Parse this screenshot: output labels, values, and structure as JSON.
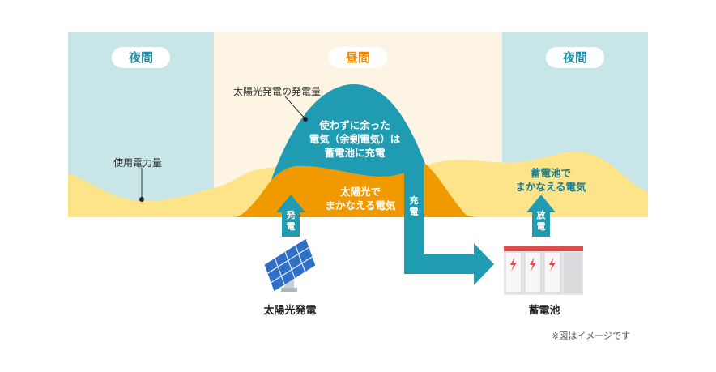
{
  "periods": {
    "night_left": "夜間",
    "day": "昼間",
    "night_right": "夜間"
  },
  "labels": {
    "solar_amount": "太陽光発電の発電量",
    "power_usage": "使用電力量",
    "surplus_lines": [
      "使わずに余った",
      "電気（余剰電気）は",
      "蓄電池に充電"
    ],
    "solar_cover_lines": [
      "太陽光で",
      "まかなえる電気"
    ],
    "battery_cover_lines": [
      "蓄電池で",
      "まかなえる電気"
    ],
    "generate": "発電",
    "charge": "充電",
    "discharge": "放電",
    "solar_caption": "太陽光発電",
    "battery_caption": "蓄電池",
    "note": "※図はイメージです"
  },
  "colors": {
    "night_bg": "#c8e5e8",
    "day_bg": "#fdf4e4",
    "usage_yellow": "#fde489",
    "solar_orange": "#f19a00",
    "surplus_teal": "#1f9bb2",
    "arrow_teal": "#1f9bb2"
  },
  "icons": {
    "solar_panel": "solar-panel-icon",
    "battery": "battery-icon"
  }
}
